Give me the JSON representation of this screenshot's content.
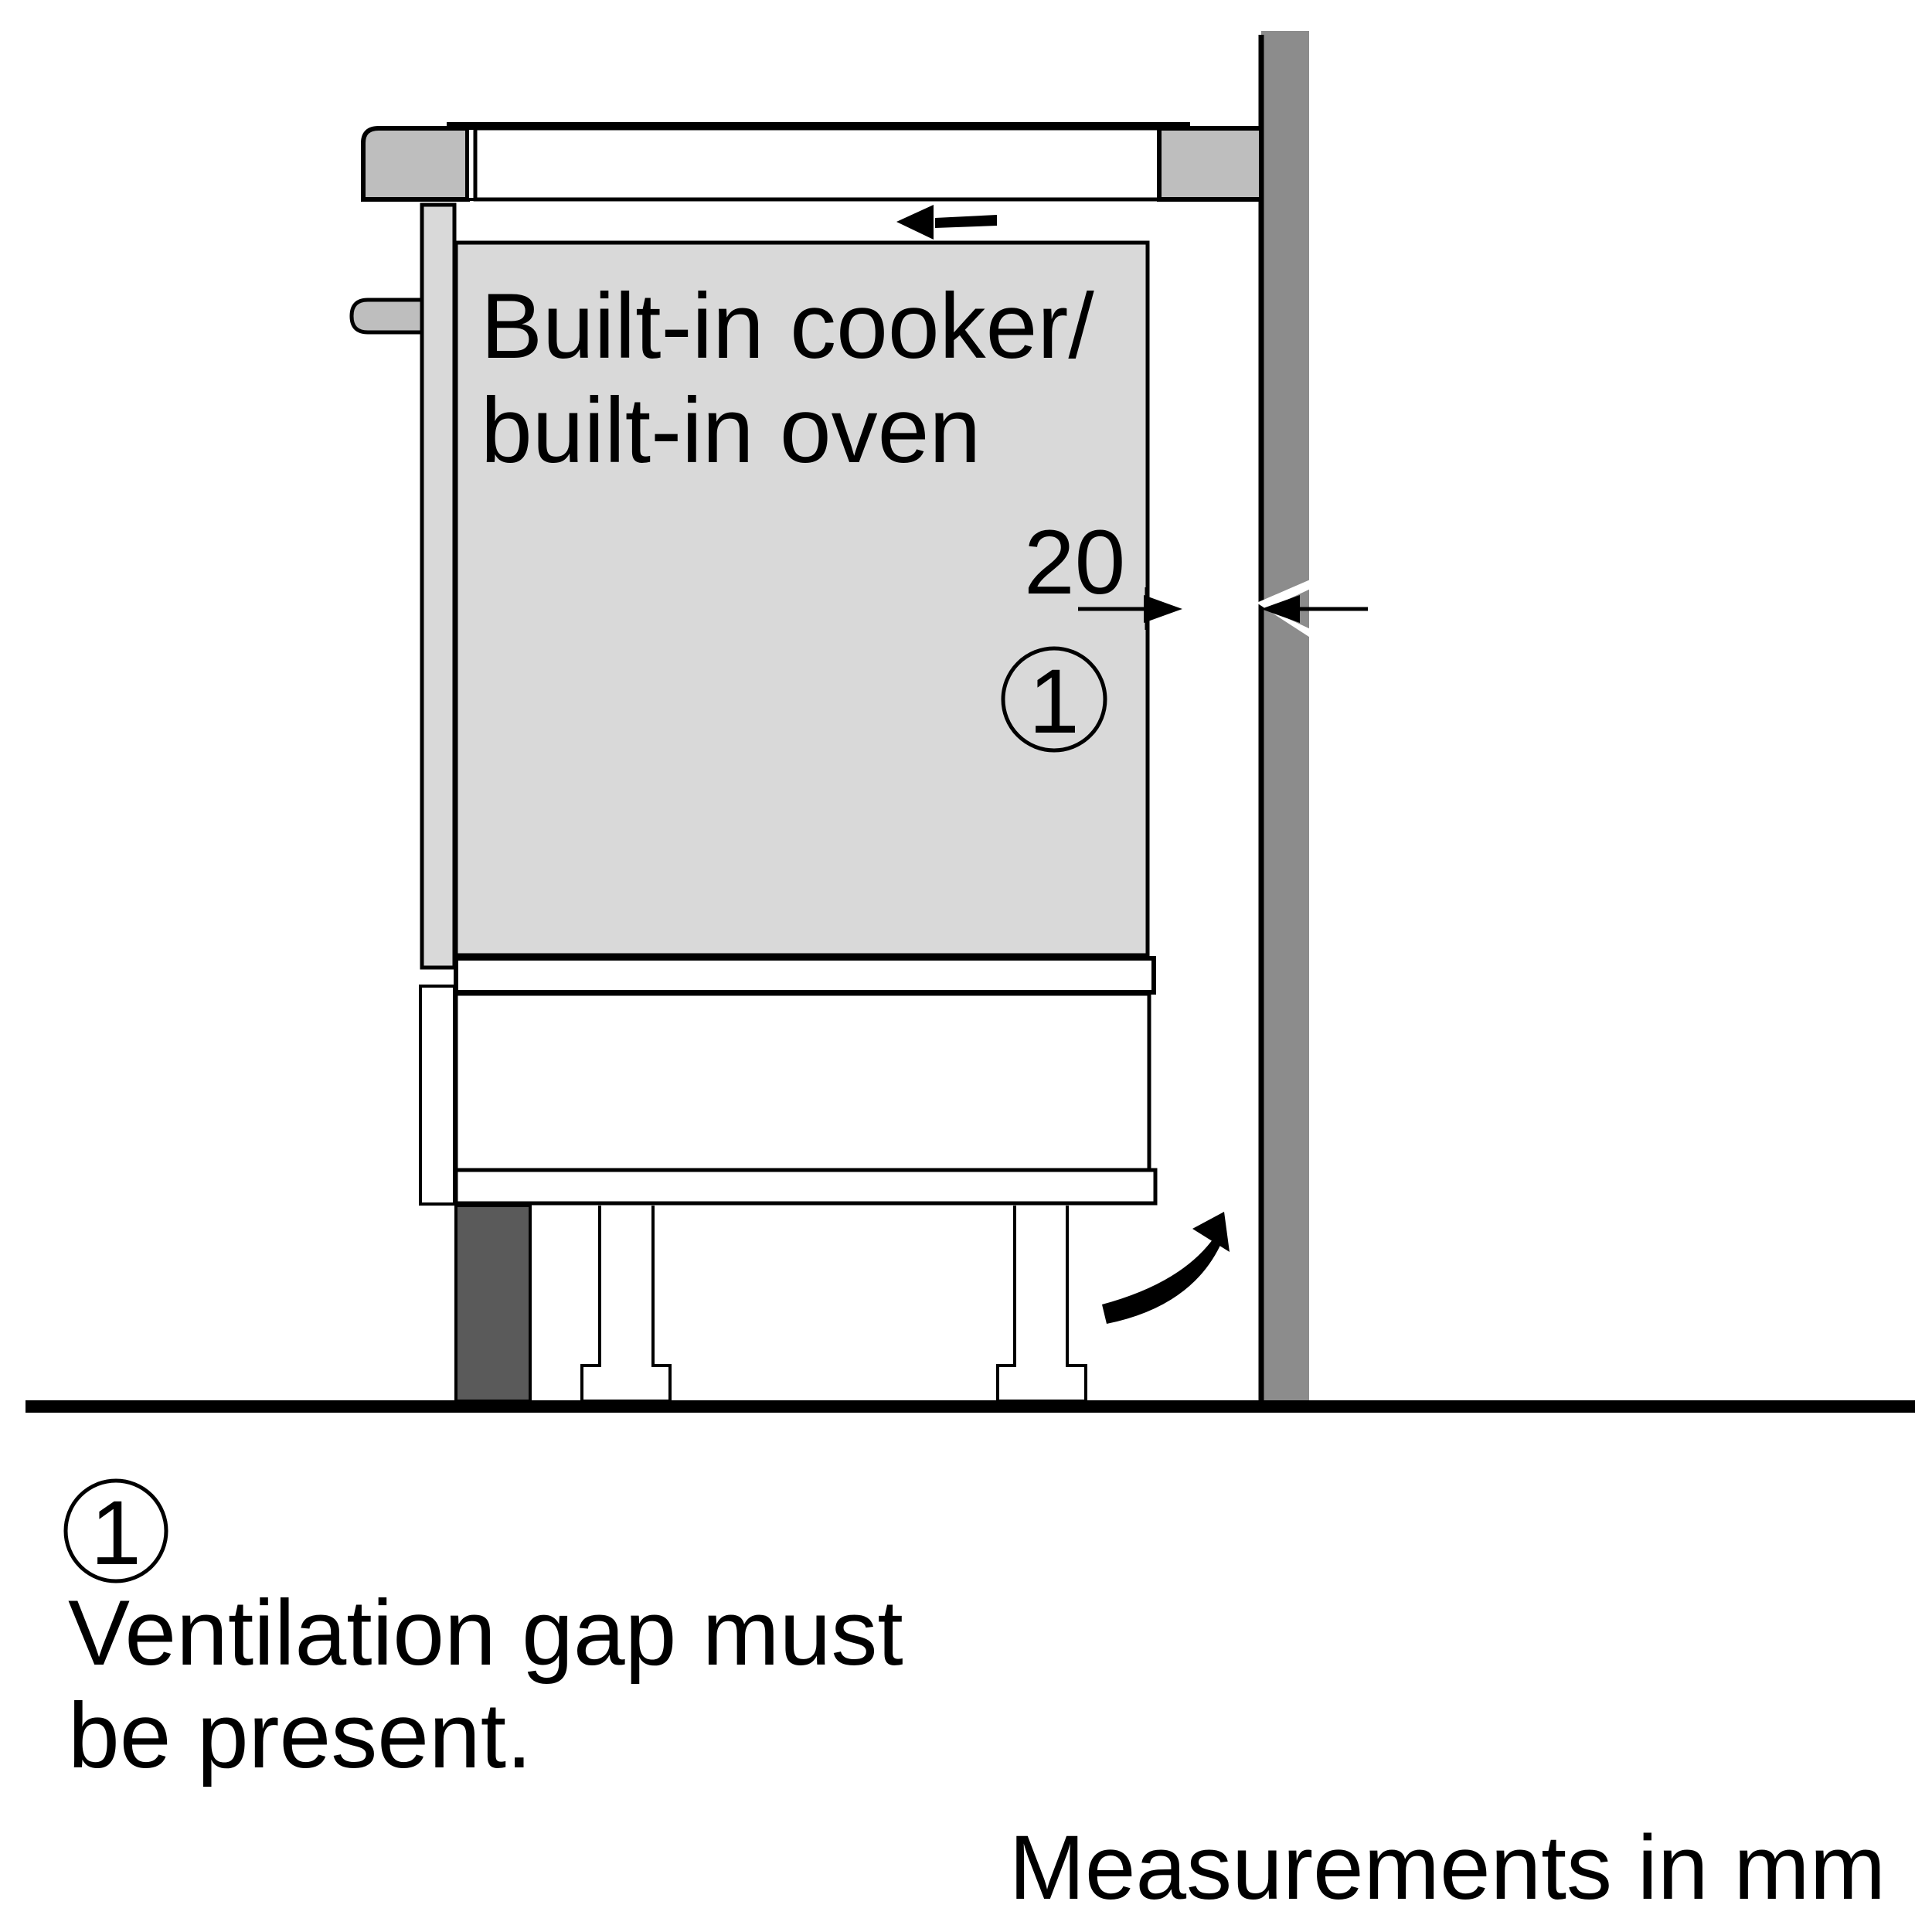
{
  "diagram": {
    "appliance_label_line1": "Built-in cooker/",
    "appliance_label_line2": "built-in oven",
    "dimension_value": "20",
    "callout_marker": "1",
    "legend": {
      "marker": "1",
      "text_line1": "Ventilation gap must",
      "text_line2": "be present."
    },
    "units_note": "Measurements in mm"
  },
  "colors": {
    "countertop": "#bebebe",
    "oven_body": "#d9d9d9",
    "wall": "#8c8c8c",
    "plinth": "#5a5a5a",
    "line": "#000000"
  }
}
